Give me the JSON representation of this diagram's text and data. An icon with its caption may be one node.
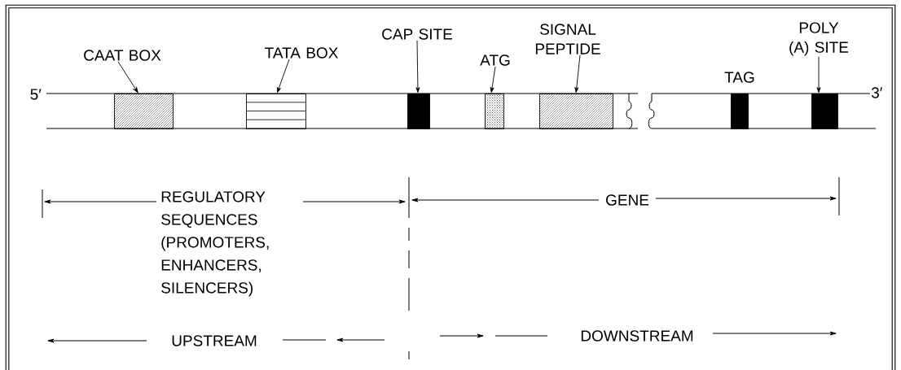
{
  "diagram": {
    "nodes": [
      {
        "text": [
          "CAAT BOX"
        ]
      },
      {
        "text": [],
        "shape": "box"
      },
      {
        "text": [
          "TATA BOX"
        ]
      },
      {
        "text": [],
        "shape": "box"
      },
      {
        "text": [
          "CAP SITE"
        ]
      },
      {
        "text": [],
        "shape": "box"
      },
      {
        "text": [
          "ATG"
        ]
      },
      {
        "text": [],
        "shape": "box"
      },
      {
        "text": [
          "SIGNAL PEPTIDE"
        ]
      },
      {
        "text": [],
        "shape": "box"
      },
      {
        "text": [],
        "shape": "box",
        "beside": [
          "TAG"
        ]
      },
      {
        "text": [
          "POLY (A) SITE"
        ]
      },
      {
        "text": [],
        "shape": "box"
      }
    ],
    "edges": [
      {
        "from": 0,
        "to": 1,
        "arrow": "to"
      },
      {
        "from": 2,
        "to": 3,
        "arrow": "to"
      },
      {
        "from": 4,
        "to": 5,
        "arrow": "to"
      },
      {
        "from": 6,
        "to": 7,
        "arrow": "to"
      },
      {
        "from": 8,
        "to": 9,
        "arrow": "to"
      },
      {
        "from": 11,
        "to": 12,
        "arrow": "to"
      }
    ],
    "labels": [
      "5′",
      "3′",
      "REGULATORY SEQUENCES (PROMOTERS, ENHANCERS, SILENCERS)",
      "GENE",
      "UPSTREAM",
      "DOWNSTREAM"
    ]
  }
}
